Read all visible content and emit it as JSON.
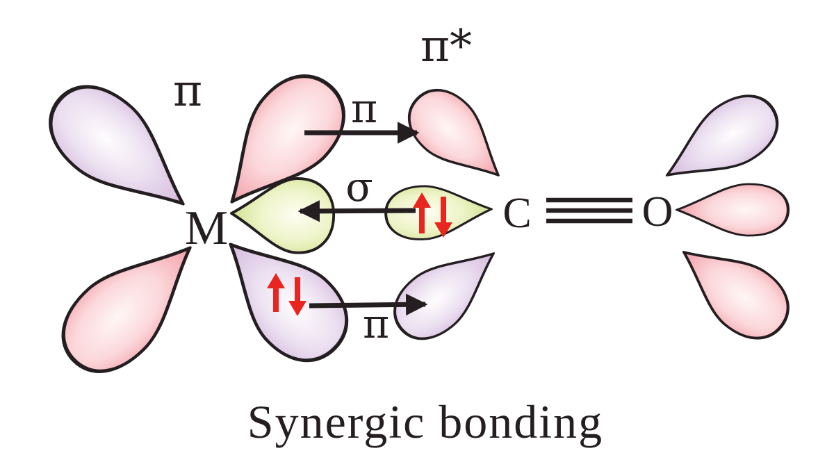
{
  "caption": "Synergic bonding",
  "atoms": {
    "metal": "M",
    "carbon": "C",
    "oxygen": "O"
  },
  "bond": {
    "type": "triple",
    "between": [
      "C",
      "O"
    ]
  },
  "labels": {
    "pi_metal_orbital": "π",
    "pi_star_acceptor": "π*",
    "pi_top_arrow": "π",
    "sigma_arrow": "σ",
    "pi_bottom_arrow": "π"
  },
  "electron_pairs": {
    "carbon_sigma_lobe": "↑↓",
    "metal_d_lobe": "↑↓"
  },
  "arrows": {
    "pi_back_donation_top": "right",
    "sigma_donation": "left",
    "pi_back_donation_bottom": "right"
  },
  "colors": {
    "background": "#ffffff",
    "outline": "#241e21",
    "text": "#241e21",
    "lobe_pink": "#ee8590",
    "lobe_purple": "#c9a7d3",
    "lobe_green": "#c3da72",
    "electron_red": "#e8251f"
  }
}
